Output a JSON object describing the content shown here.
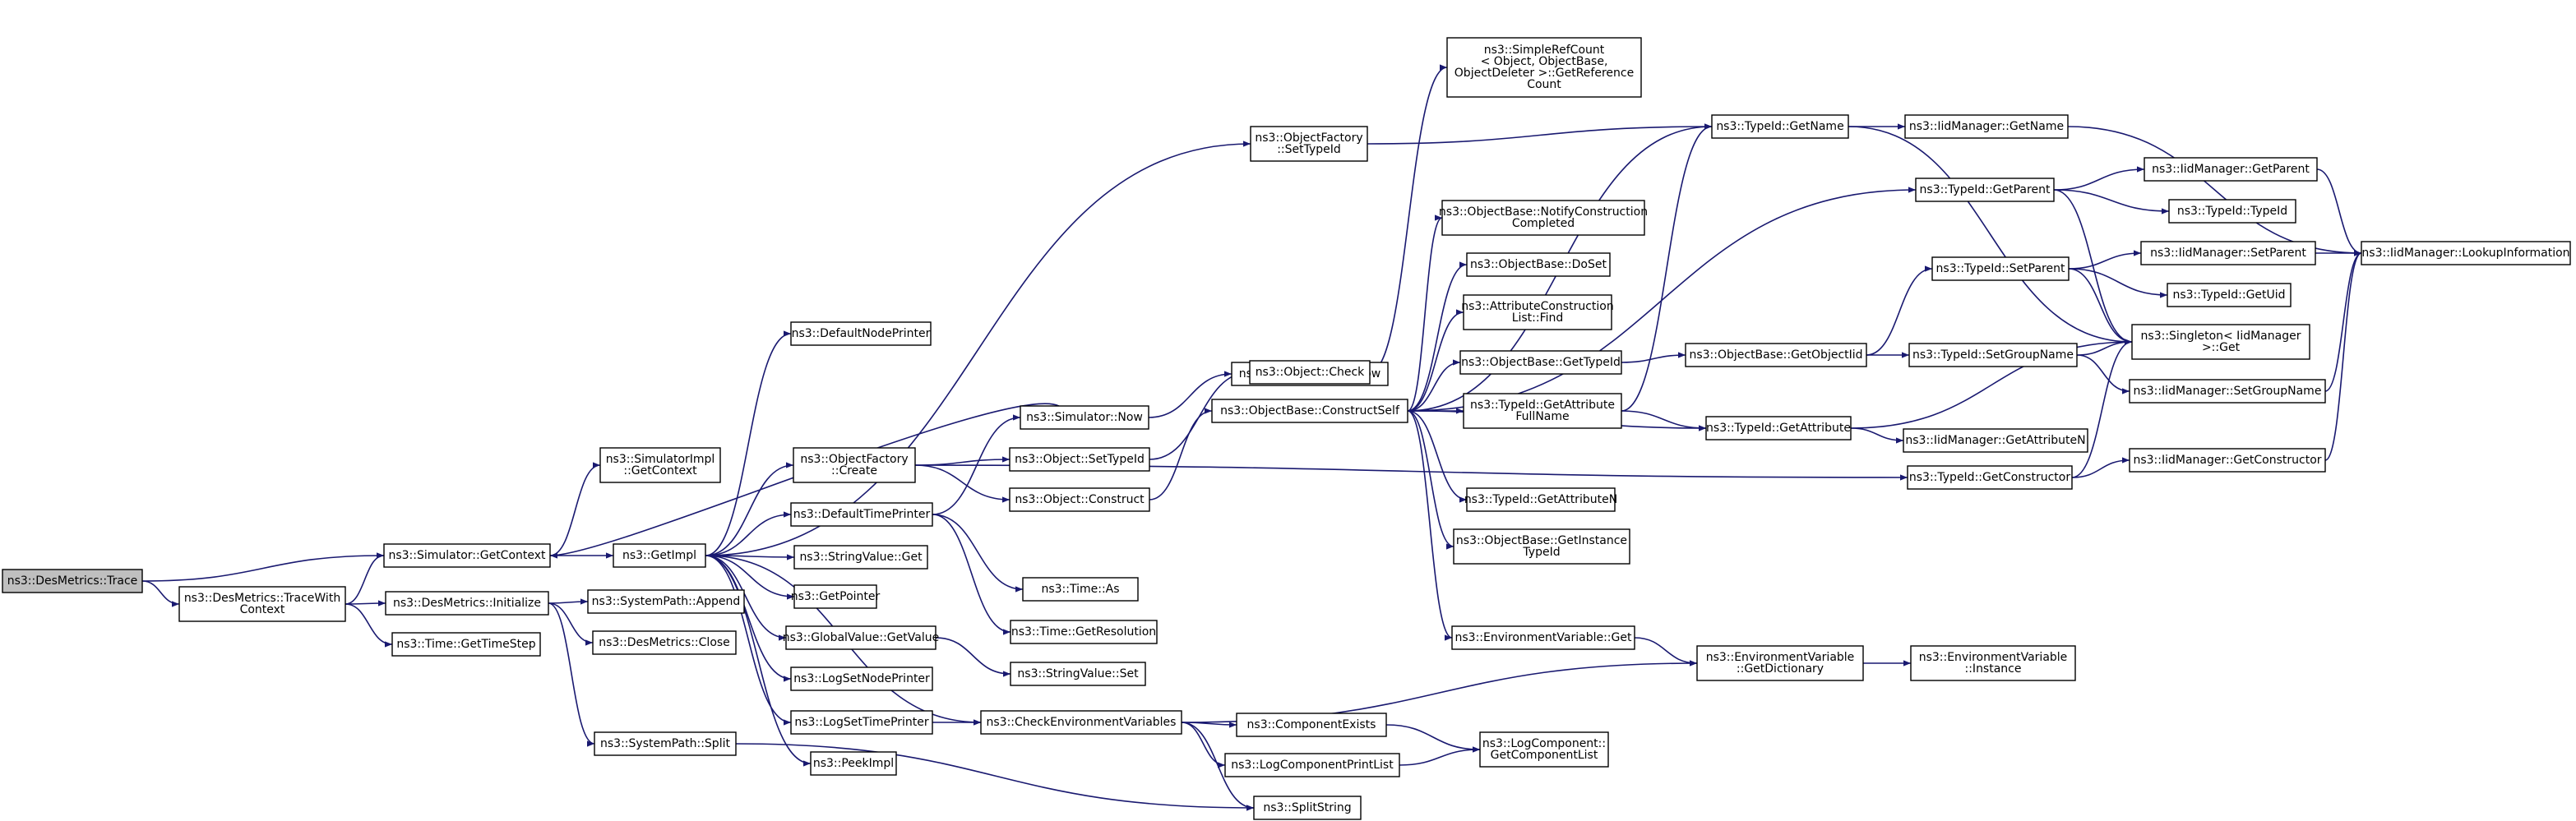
{
  "colors": {
    "edge": "#191970",
    "node_border": "#000000",
    "node_fill": "#ffffff",
    "root_fill": "#bfbfbf",
    "background": "#ffffff"
  },
  "nodes": [
    {
      "id": "trace",
      "lines": [
        "ns3::DesMetrics::Trace"
      ],
      "root": true
    },
    {
      "id": "tracewithcontext",
      "lines": [
        "ns3::DesMetrics::TraceWith",
        "Context"
      ]
    },
    {
      "id": "sim_getcontext",
      "lines": [
        "ns3::Simulator::GetContext"
      ]
    },
    {
      "id": "simimpl_getcontext",
      "lines": [
        "ns3::SimulatorImpl",
        "::GetContext"
      ]
    },
    {
      "id": "getimpl",
      "lines": [
        "ns3::GetImpl"
      ]
    },
    {
      "id": "defaultnodeprinter",
      "lines": [
        "ns3::DefaultNodePrinter"
      ]
    },
    {
      "id": "objfactory_create",
      "lines": [
        "ns3::ObjectFactory",
        "::Create"
      ]
    },
    {
      "id": "defaulttimeprinter",
      "lines": [
        "ns3::DefaultTimePrinter"
      ]
    },
    {
      "id": "stringvalue_get",
      "lines": [
        "ns3::StringValue::Get"
      ]
    },
    {
      "id": "getpointer",
      "lines": [
        "ns3::GetPointer"
      ]
    },
    {
      "id": "globalvalue_getvalue",
      "lines": [
        "ns3::GlobalValue::GetValue"
      ]
    },
    {
      "id": "logsetnodeprinter",
      "lines": [
        "ns3::LogSetNodePrinter"
      ]
    },
    {
      "id": "logsettimeprinter",
      "lines": [
        "ns3::LogSetTimePrinter"
      ]
    },
    {
      "id": "peekimpl",
      "lines": [
        "ns3::PeekImpl"
      ]
    },
    {
      "id": "desmetrics_initialize",
      "lines": [
        "ns3::DesMetrics::Initialize"
      ]
    },
    {
      "id": "time_gettimestep",
      "lines": [
        "ns3::Time::GetTimeStep"
      ]
    },
    {
      "id": "systempath_append",
      "lines": [
        "ns3::SystemPath::Append"
      ]
    },
    {
      "id": "desmetrics_close",
      "lines": [
        "ns3::DesMetrics::Close"
      ]
    },
    {
      "id": "systempath_split",
      "lines": [
        "ns3::SystemPath::Split"
      ]
    },
    {
      "id": "simulator_now",
      "lines": [
        "ns3::Simulator::Now"
      ]
    },
    {
      "id": "object_settypeid",
      "lines": [
        "ns3::Object::SetTypeId"
      ]
    },
    {
      "id": "object_construct",
      "lines": [
        "ns3::Object::Construct"
      ]
    },
    {
      "id": "time_as",
      "lines": [
        "ns3::Time::As"
      ]
    },
    {
      "id": "time_getresolution",
      "lines": [
        "ns3::Time::GetResolution"
      ]
    },
    {
      "id": "stringvalue_set",
      "lines": [
        "ns3::StringValue::Set"
      ]
    },
    {
      "id": "checkenvvars",
      "lines": [
        "ns3::CheckEnvironmentVariables"
      ]
    },
    {
      "id": "objfactory_settypeid",
      "lines": [
        "ns3::ObjectFactory",
        "::SetTypeId"
      ]
    },
    {
      "id": "simimpl_now",
      "lines": [
        "ns3::SimulatorImpl::Now"
      ]
    },
    {
      "id": "object_check",
      "lines": [
        "ns3::Object::Check"
      ]
    },
    {
      "id": "objbase_constructself",
      "lines": [
        "ns3::ObjectBase::ConstructSelf"
      ]
    },
    {
      "id": "componentexists",
      "lines": [
        "ns3::ComponentExists"
      ]
    },
    {
      "id": "logcomponentprintlist",
      "lines": [
        "ns3::LogComponentPrintList"
      ]
    },
    {
      "id": "splitstring",
      "lines": [
        "ns3::SplitString"
      ]
    },
    {
      "id": "simplerefcount",
      "lines": [
        "ns3::SimpleRefCount",
        "< Object, ObjectBase,",
        "ObjectDeleter >::GetReference",
        "Count"
      ]
    },
    {
      "id": "notifyconstruction",
      "lines": [
        "ns3::ObjectBase::NotifyConstruction",
        "Completed"
      ]
    },
    {
      "id": "objbase_doset",
      "lines": [
        "ns3::ObjectBase::DoSet"
      ]
    },
    {
      "id": "attrconstructionlist_find",
      "lines": [
        "ns3::AttributeConstruction",
        "List::Find"
      ]
    },
    {
      "id": "objbase_gettypeid",
      "lines": [
        "ns3::ObjectBase::GetTypeId"
      ]
    },
    {
      "id": "typeid_getattributefullname",
      "lines": [
        "ns3::TypeId::GetAttribute",
        "FullName"
      ]
    },
    {
      "id": "typeid_getattributen",
      "lines": [
        "ns3::TypeId::GetAttributeN"
      ]
    },
    {
      "id": "objbase_getinstancetypeid",
      "lines": [
        "ns3::ObjectBase::GetInstance",
        "TypeId"
      ]
    },
    {
      "id": "envvar_get",
      "lines": [
        "ns3::EnvironmentVariable::Get"
      ]
    },
    {
      "id": "logcomponent_getcomponentlist",
      "lines": [
        "ns3::LogComponent::",
        "GetComponentList"
      ]
    },
    {
      "id": "typeid_getname",
      "lines": [
        "ns3::TypeId::GetName"
      ]
    },
    {
      "id": "typeid_getparent",
      "lines": [
        "ns3::TypeId::GetParent"
      ]
    },
    {
      "id": "objbase_getobjectiid",
      "lines": [
        "ns3::ObjectBase::GetObjectIid"
      ]
    },
    {
      "id": "typeid_getattribute",
      "lines": [
        "ns3::TypeId::GetAttribute"
      ]
    },
    {
      "id": "envvar_getdictionary",
      "lines": [
        "ns3::EnvironmentVariable",
        "::GetDictionary"
      ]
    },
    {
      "id": "typeid_getconstructor",
      "lines": [
        "ns3::TypeId::GetConstructor"
      ]
    },
    {
      "id": "iidmanager_getname",
      "lines": [
        "ns3::IidManager::GetName"
      ]
    },
    {
      "id": "typeid_setparent",
      "lines": [
        "ns3::TypeId::SetParent"
      ]
    },
    {
      "id": "typeid_setgroupname",
      "lines": [
        "ns3::TypeId::SetGroupName"
      ]
    },
    {
      "id": "iidmanager_getattributen",
      "lines": [
        "ns3::IidManager::GetAttributeN"
      ]
    },
    {
      "id": "envvar_instance",
      "lines": [
        "ns3::EnvironmentVariable",
        "::Instance"
      ]
    },
    {
      "id": "iidmanager_getparent",
      "lines": [
        "ns3::IidManager::GetParent"
      ]
    },
    {
      "id": "typeid_typeid",
      "lines": [
        "ns3::TypeId::TypeId"
      ]
    },
    {
      "id": "iidmanager_setparent",
      "lines": [
        "ns3::IidManager::SetParent"
      ]
    },
    {
      "id": "typeid_getuid",
      "lines": [
        "ns3::TypeId::GetUid"
      ]
    },
    {
      "id": "singleton_get",
      "lines": [
        "ns3::Singleton< IidManager",
        ">::Get"
      ]
    },
    {
      "id": "iidmanager_setgroupname",
      "lines": [
        "ns3::IidManager::SetGroupName"
      ]
    },
    {
      "id": "iidmanager_getconstructor",
      "lines": [
        "ns3::IidManager::GetConstructor"
      ]
    },
    {
      "id": "iidmanager_lookupinformation",
      "lines": [
        "ns3::IidManager::LookupInformation"
      ]
    }
  ],
  "edges": [
    [
      "trace",
      "tracewithcontext"
    ],
    [
      "trace",
      "sim_getcontext"
    ],
    [
      "tracewithcontext",
      "sim_getcontext"
    ],
    [
      "tracewithcontext",
      "desmetrics_initialize"
    ],
    [
      "tracewithcontext",
      "time_gettimestep"
    ],
    [
      "sim_getcontext",
      "simimpl_getcontext"
    ],
    [
      "sim_getcontext",
      "getimpl"
    ],
    [
      "getimpl",
      "defaultnodeprinter"
    ],
    [
      "getimpl",
      "objfactory_create"
    ],
    [
      "getimpl",
      "defaulttimeprinter"
    ],
    [
      "getimpl",
      "stringvalue_get"
    ],
    [
      "getimpl",
      "getpointer"
    ],
    [
      "getimpl",
      "globalvalue_getvalue"
    ],
    [
      "getimpl",
      "logsetnodeprinter"
    ],
    [
      "getimpl",
      "logsettimeprinter"
    ],
    [
      "getimpl",
      "peekimpl"
    ],
    [
      "getimpl",
      "objfactory_settypeid"
    ],
    [
      "getimpl",
      "checkenvvars"
    ],
    [
      "objfactory_create",
      "object_settypeid"
    ],
    [
      "objfactory_create",
      "object_construct"
    ],
    [
      "objfactory_create",
      "typeid_getconstructor"
    ],
    [
      "defaulttimeprinter",
      "simulator_now"
    ],
    [
      "defaulttimeprinter",
      "time_as"
    ],
    [
      "defaulttimeprinter",
      "time_getresolution"
    ],
    [
      "simulator_now",
      "sim_getcontext"
    ],
    [
      "simulator_now",
      "simimpl_now"
    ],
    [
      "globalvalue_getvalue",
      "stringvalue_set"
    ],
    [
      "logsettimeprinter",
      "checkenvvars"
    ],
    [
      "desmetrics_initialize",
      "systempath_append"
    ],
    [
      "desmetrics_initialize",
      "desmetrics_close"
    ],
    [
      "desmetrics_initialize",
      "systempath_split"
    ],
    [
      "systempath_split",
      "splitstring"
    ],
    [
      "object_settypeid",
      "object_check"
    ],
    [
      "object_construct",
      "objbase_constructself"
    ],
    [
      "object_check",
      "simplerefcount"
    ],
    [
      "objfactory_settypeid",
      "typeid_getname"
    ],
    [
      "checkenvvars",
      "componentexists"
    ],
    [
      "checkenvvars",
      "logcomponentprintlist"
    ],
    [
      "checkenvvars",
      "splitstring"
    ],
    [
      "checkenvvars",
      "envvar_getdictionary"
    ],
    [
      "componentexists",
      "logcomponent_getcomponentlist"
    ],
    [
      "logcomponentprintlist",
      "logcomponent_getcomponentlist"
    ],
    [
      "objbase_constructself",
      "notifyconstruction"
    ],
    [
      "objbase_constructself",
      "objbase_doset"
    ],
    [
      "objbase_constructself",
      "attrconstructionlist_find"
    ],
    [
      "objbase_constructself",
      "objbase_gettypeid"
    ],
    [
      "objbase_constructself",
      "typeid_getattributefullname"
    ],
    [
      "objbase_constructself",
      "typeid_getattributen"
    ],
    [
      "objbase_constructself",
      "objbase_getinstancetypeid"
    ],
    [
      "objbase_constructself",
      "envvar_get"
    ],
    [
      "objbase_constructself",
      "typeid_getattribute"
    ],
    [
      "objbase_constructself",
      "typeid_getname"
    ],
    [
      "objbase_constructself",
      "typeid_getparent"
    ],
    [
      "objbase_gettypeid",
      "objbase_getobjectiid"
    ],
    [
      "typeid_getattributefullname",
      "typeid_getname"
    ],
    [
      "typeid_getattributefullname",
      "typeid_getattribute"
    ],
    [
      "envvar_get",
      "envvar_getdictionary"
    ],
    [
      "envvar_getdictionary",
      "envvar_instance"
    ],
    [
      "objbase_getobjectiid",
      "typeid_setparent"
    ],
    [
      "objbase_getobjectiid",
      "typeid_setgroupname"
    ],
    [
      "typeid_getname",
      "iidmanager_getname"
    ],
    [
      "typeid_getname",
      "singleton_get"
    ],
    [
      "typeid_getparent",
      "iidmanager_getparent"
    ],
    [
      "typeid_getparent",
      "typeid_typeid"
    ],
    [
      "typeid_getparent",
      "singleton_get"
    ],
    [
      "typeid_getattribute",
      "iidmanager_getattributen"
    ],
    [
      "typeid_getattribute",
      "singleton_get"
    ],
    [
      "typeid_getconstructor",
      "iidmanager_getconstructor"
    ],
    [
      "typeid_getconstructor",
      "singleton_get"
    ],
    [
      "typeid_setparent",
      "iidmanager_setparent"
    ],
    [
      "typeid_setparent",
      "typeid_getuid"
    ],
    [
      "typeid_setparent",
      "singleton_get"
    ],
    [
      "typeid_setgroupname",
      "iidmanager_setgroupname"
    ],
    [
      "typeid_setgroupname",
      "singleton_get"
    ],
    [
      "iidmanager_getname",
      "iidmanager_lookupinformation"
    ],
    [
      "iidmanager_getparent",
      "iidmanager_lookupinformation"
    ],
    [
      "iidmanager_setparent",
      "iidmanager_lookupinformation"
    ],
    [
      "iidmanager_setgroupname",
      "iidmanager_lookupinformation"
    ],
    [
      "iidmanager_getconstructor",
      "iidmanager_lookupinformation"
    ]
  ]
}
